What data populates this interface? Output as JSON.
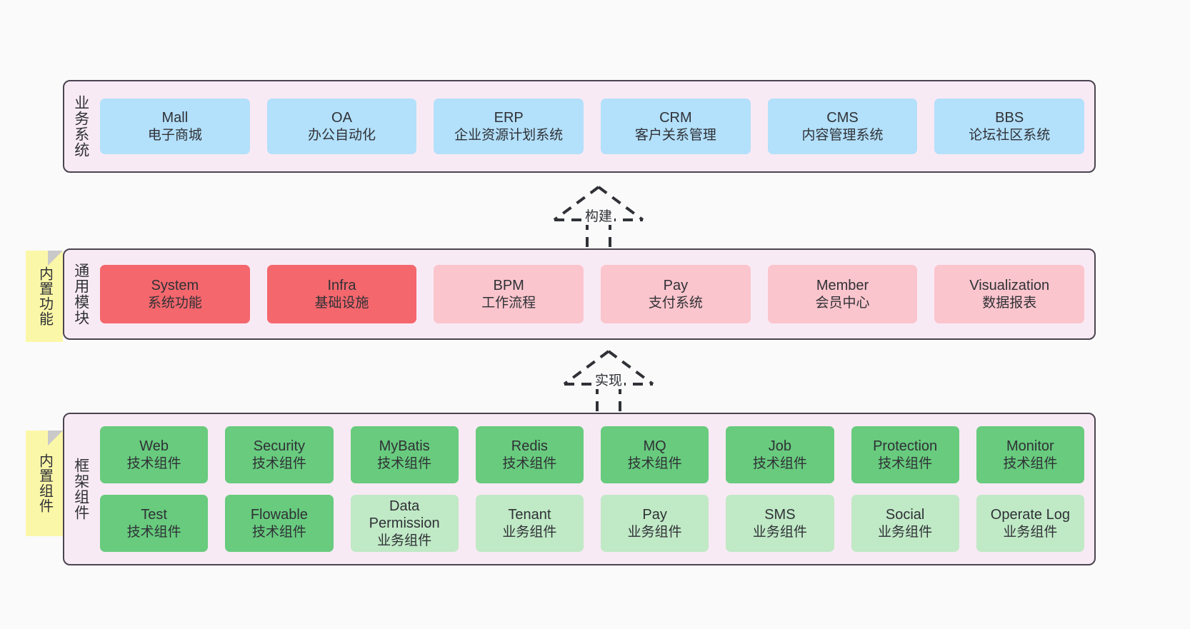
{
  "diagram": {
    "background_color": "#fafafa",
    "panel_color": "#f8eaf4",
    "panel_border_color": "#4a4450",
    "sticky_color": "#fbf7a8"
  },
  "business_layer": {
    "label": "业务系统",
    "node_color": "#b3e0fb",
    "nodes": [
      {
        "title": "Mall",
        "subtitle": "电子商城"
      },
      {
        "title": "OA",
        "subtitle": "办公自动化"
      },
      {
        "title": "ERP",
        "subtitle": "企业资源计划系统"
      },
      {
        "title": "CRM",
        "subtitle": "客户关系管理"
      },
      {
        "title": "CMS",
        "subtitle": "内容管理系统"
      },
      {
        "title": "BBS",
        "subtitle": "论坛社区系统"
      }
    ]
  },
  "build_arrow": {
    "label": "构建"
  },
  "modules_layer": {
    "label": "通用模块",
    "sticky": "内置功能",
    "strong_color": "#f4676d",
    "soft_color": "#fbc5cd",
    "nodes": [
      {
        "title": "System",
        "subtitle": "系统功能",
        "emphasis": "strong"
      },
      {
        "title": "Infra",
        "subtitle": "基础设施",
        "emphasis": "strong"
      },
      {
        "title": "BPM",
        "subtitle": "工作流程",
        "emphasis": "soft"
      },
      {
        "title": "Pay",
        "subtitle": "支付系统",
        "emphasis": "soft"
      },
      {
        "title": "Member",
        "subtitle": "会员中心",
        "emphasis": "soft"
      },
      {
        "title": "Visualization",
        "subtitle": "数据报表",
        "emphasis": "soft"
      }
    ]
  },
  "implement_arrow": {
    "label": "实现"
  },
  "framework_layer": {
    "label": "框架组件",
    "sticky": "内置组件",
    "tech_color": "#68cb7e",
    "biz_color": "#c0e9c6",
    "row1": [
      {
        "title": "Web",
        "subtitle": "技术组件",
        "kind": "tech"
      },
      {
        "title": "Security",
        "subtitle": "技术组件",
        "kind": "tech"
      },
      {
        "title": "MyBatis",
        "subtitle": "技术组件",
        "kind": "tech"
      },
      {
        "title": "Redis",
        "subtitle": "技术组件",
        "kind": "tech"
      },
      {
        "title": "MQ",
        "subtitle": "技术组件",
        "kind": "tech"
      },
      {
        "title": "Job",
        "subtitle": "技术组件",
        "kind": "tech"
      },
      {
        "title": "Protection",
        "subtitle": "技术组件",
        "kind": "tech"
      },
      {
        "title": "Monitor",
        "subtitle": "技术组件",
        "kind": "tech"
      }
    ],
    "row2": [
      {
        "title": "Test",
        "subtitle": "技术组件",
        "kind": "tech"
      },
      {
        "title": "Flowable",
        "subtitle": "技术组件",
        "kind": "tech"
      },
      {
        "title": "Data Permission",
        "subtitle": "业务组件",
        "kind": "biz"
      },
      {
        "title": "Tenant",
        "subtitle": "业务组件",
        "kind": "biz"
      },
      {
        "title": "Pay",
        "subtitle": "业务组件",
        "kind": "biz"
      },
      {
        "title": "SMS",
        "subtitle": "业务组件",
        "kind": "biz"
      },
      {
        "title": "Social",
        "subtitle": "业务组件",
        "kind": "biz"
      },
      {
        "title": "Operate Log",
        "subtitle": "业务组件",
        "kind": "biz"
      }
    ]
  }
}
